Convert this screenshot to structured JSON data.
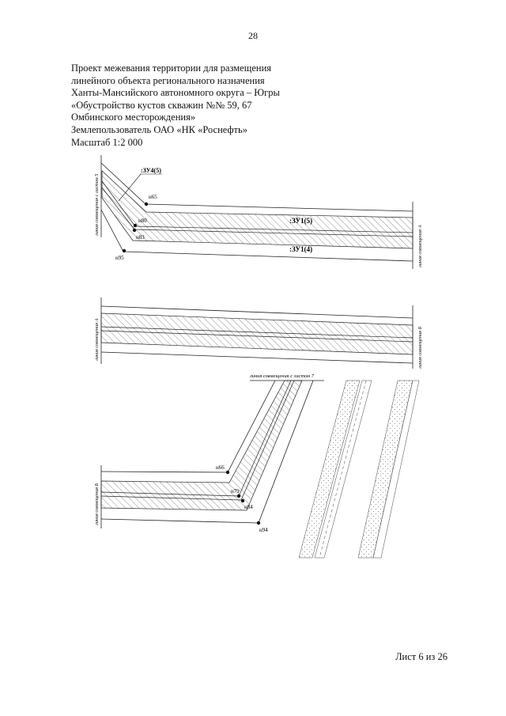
{
  "page_number": "28",
  "header": {
    "lines": [
      "Проект межевания территории для размещения",
      "линейного объекта регионального назначения",
      "Ханты-Мансийского автономного округа – Югры",
      "«Обустройство кустов скважин №№ 59, 67",
      "Омбинского месторождения»",
      "Землепользователь ОАО «НК «Роснефть»",
      "Масштаб 1:2 000"
    ]
  },
  "drawing": {
    "labels": {
      "zu4": ":ЗУ4(5)",
      "zu1_5": ":ЗУ1(5)",
      "zu1_4": ":ЗУ1(4)",
      "n65": "н65",
      "n80": "н80",
      "n83": "н83",
      "n95": "н95",
      "n66": "н66",
      "n79": "н79",
      "n84": "н84",
      "n94": "н94"
    },
    "match_lines": {
      "sheet5": "линия совмещения с листом 5",
      "a1": "линия совмещения А",
      "a2": "линия совмещения А",
      "b1": "линия совмещения Б",
      "b2": "линия совмещения Б",
      "sheet7": "линия совмещения с листом 7"
    }
  },
  "footer": "Лист 6 из 26"
}
